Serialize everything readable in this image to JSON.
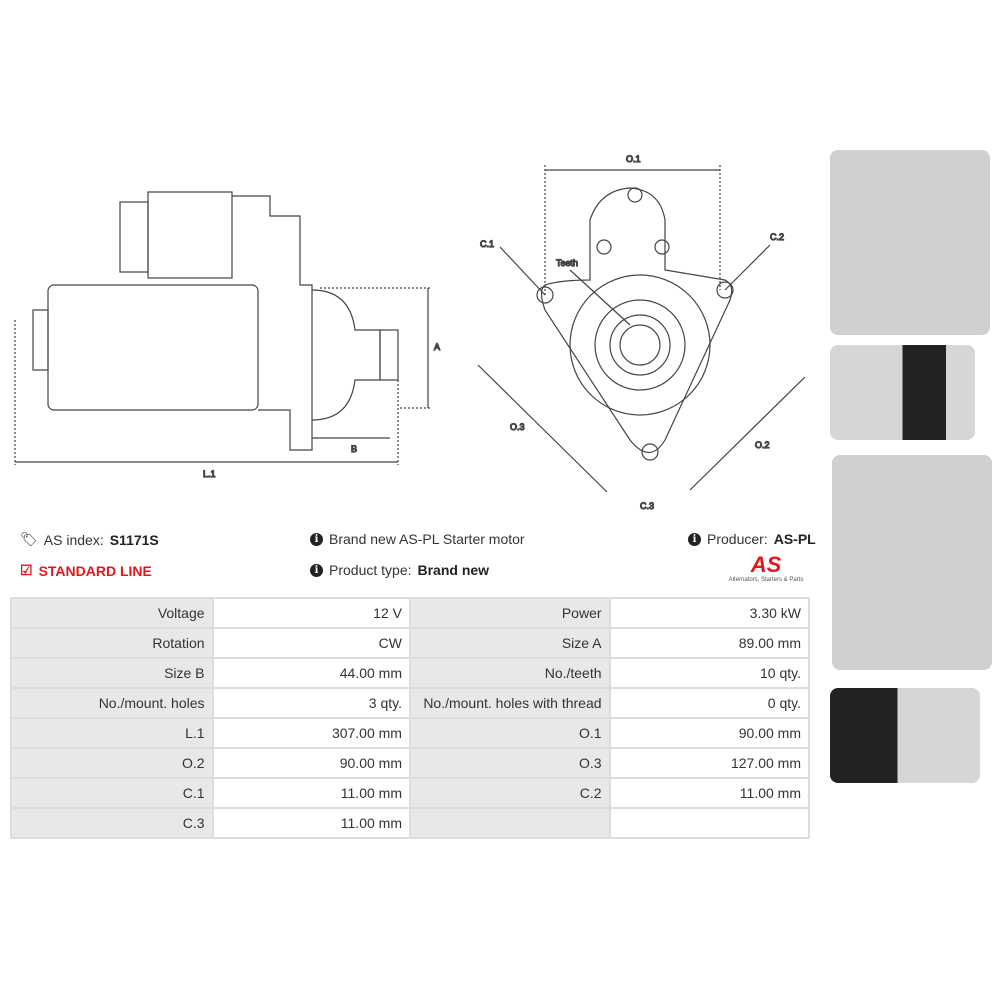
{
  "product": {
    "as_index_label": "AS index:",
    "as_index": "S1171S",
    "line": "STANDARD LINE",
    "description": "Brand new AS-PL Starter motor",
    "product_type_label": "Product type:",
    "product_type": "Brand new",
    "producer_label": "Producer:",
    "producer": "AS-PL",
    "logo_text": "AS",
    "logo_tagline": "Alternators, Starters & Parts"
  },
  "drawing_labels": {
    "a": "A",
    "b": "B",
    "l1": "L.1",
    "o1": "O.1",
    "o2": "O.2",
    "o3": "O.3",
    "c1": "C.1",
    "c2": "C.2",
    "c3": "C.3",
    "teeth": "Teeth"
  },
  "specs": [
    [
      {
        "label": "Voltage",
        "value": "12 V"
      },
      {
        "label": "Power",
        "value": "3.30 kW"
      }
    ],
    [
      {
        "label": "Rotation",
        "value": "CW"
      },
      {
        "label": "Size A",
        "value": "89.00 mm"
      }
    ],
    [
      {
        "label": "Size B",
        "value": "44.00 mm"
      },
      {
        "label": "No./teeth",
        "value": "10 qty."
      }
    ],
    [
      {
        "label": "No./mount. holes",
        "value": "3 qty."
      },
      {
        "label": "No./mount. holes with thread",
        "value": "0 qty."
      }
    ],
    [
      {
        "label": "L.1",
        "value": "307.00 mm"
      },
      {
        "label": "O.1",
        "value": "90.00 mm"
      }
    ],
    [
      {
        "label": "O.2",
        "value": "90.00 mm"
      },
      {
        "label": "O.3",
        "value": "127.00 mm"
      }
    ],
    [
      {
        "label": "C.1",
        "value": "11.00 mm"
      },
      {
        "label": "C.2",
        "value": "11.00 mm"
      }
    ],
    [
      {
        "label": "C.3",
        "value": "11.00 mm"
      },
      {
        "label": "",
        "value": ""
      }
    ]
  ]
}
